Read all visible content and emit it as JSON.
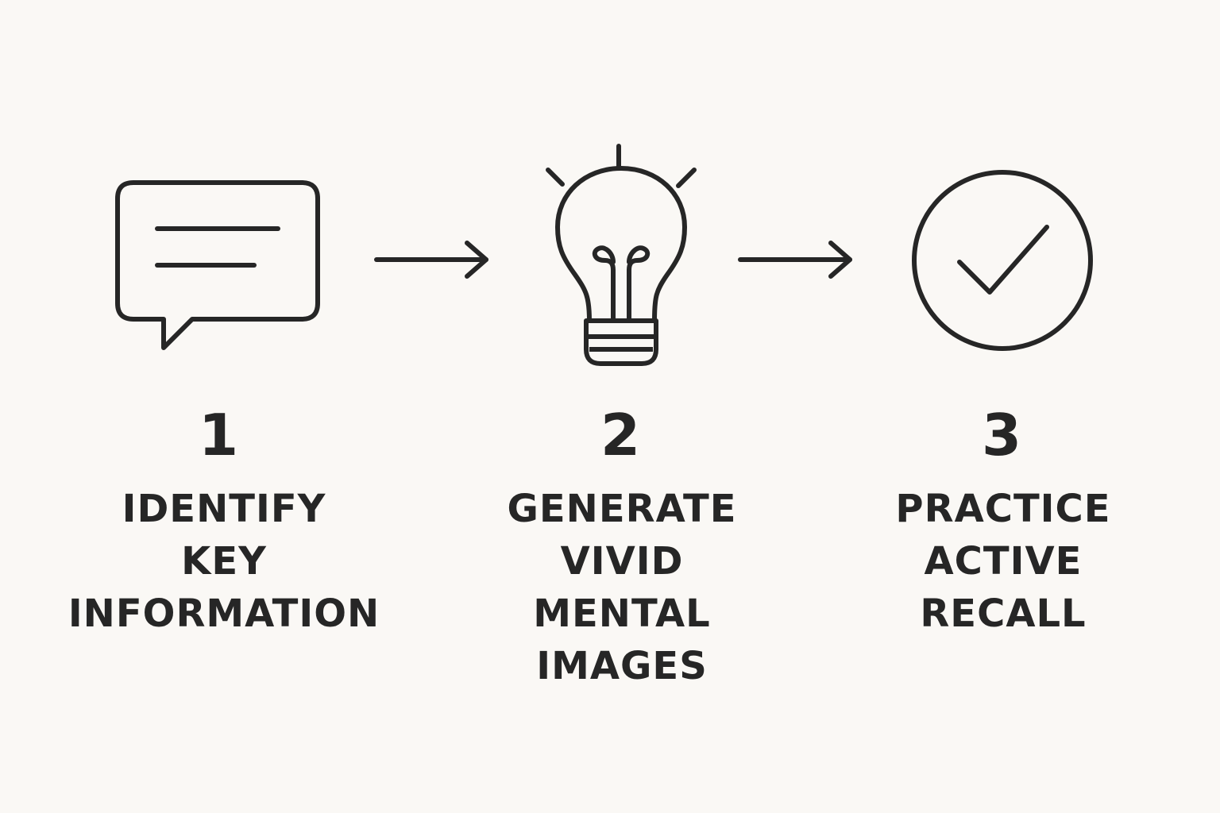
{
  "diagram": {
    "background_color": "#faf8f5",
    "stroke_color": "#262626",
    "steps": [
      {
        "number": "1",
        "icon": "speech-bubble-icon",
        "label_lines": [
          "IDENTIFY",
          "KEY",
          "INFORMATION"
        ]
      },
      {
        "number": "2",
        "icon": "lightbulb-icon",
        "label_lines": [
          "GENERATE",
          "VIVID",
          "MENTAL",
          "IMAGES"
        ]
      },
      {
        "number": "3",
        "icon": "check-circle-icon",
        "label_lines": [
          "PRACTICE",
          "ACTIVE",
          "RECALL"
        ]
      }
    ],
    "connectors": [
      "arrow-right-icon",
      "arrow-right-icon"
    ]
  }
}
